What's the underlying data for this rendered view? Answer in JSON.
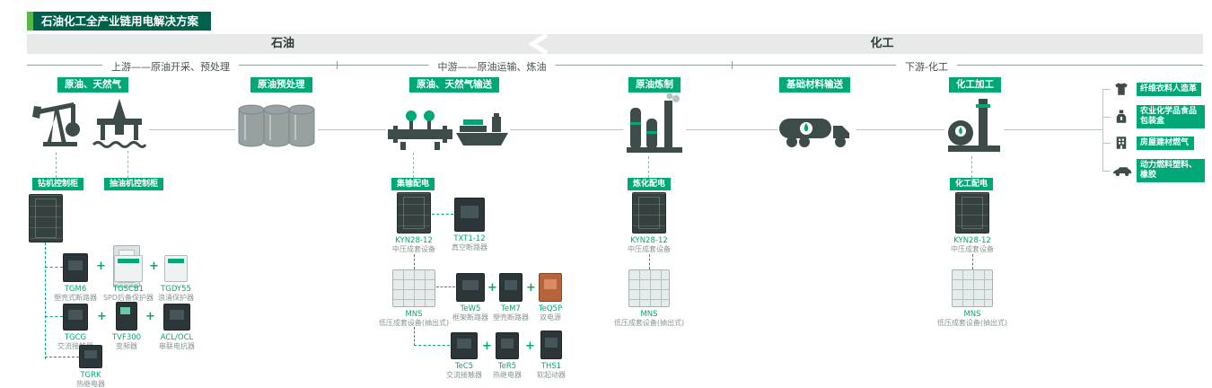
{
  "colors": {
    "green": "#00A878",
    "titlebg": "#00604B",
    "icon": "#3D4B4B"
  },
  "title": "石油化工全产业链用电解决方案",
  "bands": {
    "oil": "石油",
    "chemical": "化工"
  },
  "stages": [
    "上游——原油开采、预处理",
    "中游——原油运输、炼油",
    "下游-化工"
  ],
  "process": [
    "原油、天然气",
    "原油预处理",
    "原油、天然气输送",
    "原油炼制",
    "基础材料输送",
    "化工加工"
  ],
  "distribution": [
    "钻机控制柜",
    "抽油机控制柜",
    "集输配电",
    "炼化配电",
    "化工配电"
  ],
  "end_products": [
    "纤维衣料人造革",
    "农业化学品食品包装盒",
    "房屋建材燃气",
    "动力燃料塑料、橡胶"
  ],
  "equipment": {
    "drill": [
      {
        "model": "TGM6",
        "desc": "塑壳式断路器"
      },
      {
        "model": "TGSCB1",
        "desc": "SPD后备保护器"
      },
      {
        "model": "TGDY55",
        "desc": "浪涌保护器"
      },
      {
        "model": "TGCG",
        "desc": "交流接触器"
      },
      {
        "model": "TVF300",
        "desc": "变频器"
      },
      {
        "model": "ACL/OCL",
        "desc": "串联电抗器"
      },
      {
        "model": "TGRK",
        "desc": "热继电器"
      }
    ],
    "gathering": [
      {
        "model": "KYN28-12",
        "desc": "中压成套设备"
      },
      {
        "model": "TXT1-12",
        "desc": "真空断路器"
      },
      {
        "model": "MNS",
        "desc": "低压成套设备(抽出式)"
      },
      {
        "model": "TeW5",
        "desc": "框架断路器"
      },
      {
        "model": "TeM7",
        "desc": "塑壳断路器"
      },
      {
        "model": "TeQ5P",
        "desc": "双电源"
      },
      {
        "model": "TeC5",
        "desc": "交流接触器"
      },
      {
        "model": "TeR5",
        "desc": "热继电器"
      },
      {
        "model": "THS1",
        "desc": "软起动器"
      }
    ],
    "refining": [
      {
        "model": "KYN28-12",
        "desc": "中压成套设备"
      },
      {
        "model": "MNS",
        "desc": "低压成套设备(抽出式)"
      }
    ],
    "chemical": [
      {
        "model": "KYN28-12",
        "desc": "中压成套设备"
      },
      {
        "model": "MNS",
        "desc": "低压成套设备(抽出式)"
      }
    ]
  },
  "ui": {
    "plus": "+"
  }
}
